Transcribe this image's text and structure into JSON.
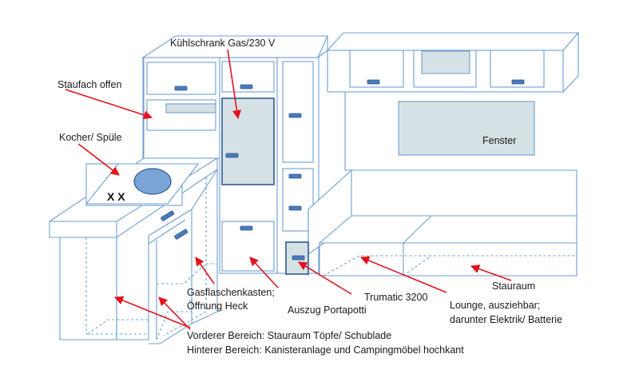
{
  "colors": {
    "outline": "#6f9fd0",
    "panel_fill": "#d5e1e4",
    "handle_fill": "#4a7ab8",
    "handle_stroke": "#2f5a94",
    "hob_fill": "#7aa4d6",
    "arrow": "#e2131d",
    "text": "#1a1a1a"
  },
  "labels": {
    "kuehlschrank": "Kühlschrank Gas/230 V",
    "staufach": "Staufach offen",
    "kocher": "Kocher/ Spüle",
    "fenster": "Fenster",
    "gasflaschen_1": "Gasflaschenkasten;",
    "gasflaschen_2": "Öffnung Heck",
    "portapotti": "Auszug Portapotti",
    "trumatic": "Trumatic 3200",
    "stauraum": "Stauraum",
    "lounge_1": "Lounge, ausziehbar;",
    "lounge_2": "darunter Elektrik/ Batterie",
    "vorderer": "Vorderer Bereich: Stauraum Töpfe/ Schublade",
    "hinterer": "Hinterer Bereich: Kanisteranlage und Campingmöbel hochkant",
    "burners": "X X"
  },
  "icons": {
    "hob": "hob-circle-icon",
    "arrows": "red-arrow-icon"
  }
}
